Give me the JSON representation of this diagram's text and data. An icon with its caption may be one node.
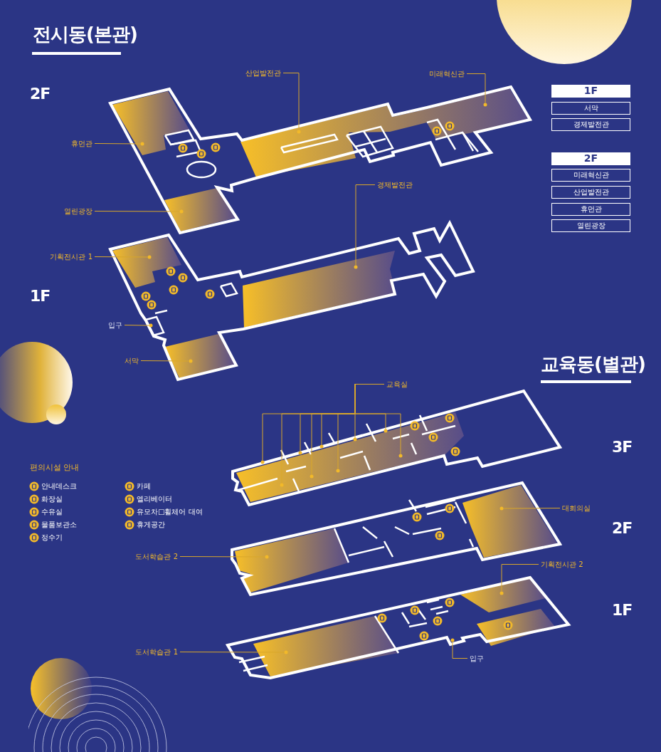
{
  "diagram": {
    "nodes": [
      {
        "text": [
          "산업발전관"
        ]
      },
      {
        "text": [
          "미래혁신관"
        ]
      },
      {
        "text": [
          "휴먼관"
        ]
      },
      {
        "text": [
          "경제발전관"
        ]
      },
      {
        "text": [
          "열린광장"
        ]
      },
      {
        "text": [
          "기획전시관 1"
        ]
      },
      {
        "text": [
          "입구"
        ]
      },
      {
        "text": [
          "서막"
        ]
      },
      {
        "text": [
          "교육실"
        ]
      },
      {
        "text": [
          "대회의실"
        ]
      },
      {
        "text": [
          "기획전시관 2"
        ]
      },
      {
        "text": [
          "도서학습관 2"
        ]
      },
      {
        "text": [
          "도서학습관 1"
        ]
      },
      {
        "text": [
          "입구"
        ]
      },
      {
        "text": [
          "1F"
        ]
      },
      {
        "text": [
          "서막"
        ]
      },
      {
        "text": [
          "경제발전관"
        ]
      },
      {
        "text": [
          "2F"
        ]
      },
      {
        "text": [
          "미래혁신관"
        ]
      },
      {
        "text": [
          "산업발전관"
        ]
      },
      {
        "text": [
          "휴먼관"
        ]
      },
      {
        "text": [
          "열린광장"
        ]
      },
      {
        "text": [],
        "shape": "circle"
      },
      {
        "text": [],
        "shape": "circle"
      },
      {
        "text": [],
        "shape": "circle"
      },
      {
        "text": [],
        "shape": "circle"
      },
      {
        "text": [],
        "shape": "circle"
      },
      {
        "text": [],
        "shape": "circle"
      },
      {
        "text": [],
        "shape": "circle"
      },
      {
        "text": [],
        "shape": "circle"
      },
      {
        "text": [],
        "shape": "circle"
      },
      {
        "text": [],
        "shape": "circle"
      },
      {
        "text": [],
        "shape": "circle"
      },
      {
        "text": [],
        "shape": "circle"
      },
      {
        "text": [],
        "shape": "circle"
      },
      {
        "text": [],
        "shape": "circle"
      },
      {
        "text": [],
        "shape": "circle"
      },
      {
        "text": [],
        "shape": "circle"
      },
      {
        "text": [],
        "shape": "circle"
      },
      {
        "text": [],
        "shape": "circle"
      },
      {
        "text": [],
        "shape": "circle"
      },
      {
        "text": [],
        "shape": "circle"
      },
      {
        "text": [],
        "shape": "circle"
      },
      {
        "text": [],
        "shape": "circle"
      }
    ],
    "edges": [
      {
        "from": 0,
        "to": 22,
        "arrow": "none"
      },
      {
        "from": 1,
        "to": 23,
        "arrow": "none"
      },
      {
        "from": 2,
        "to": 24,
        "arrow": "none"
      },
      {
        "from": 3,
        "to": 25,
        "arrow": "none"
      },
      {
        "from": 4,
        "to": 26,
        "arrow": "none"
      },
      {
        "from": 5,
        "to": 27,
        "arrow": "none"
      },
      {
        "from": 6,
        "to": 28,
        "arrow": "none"
      },
      {
        "from": 7,
        "to": 29,
        "arrow": "none"
      },
      {
        "from": 8,
        "to": 30,
        "arrow": "none"
      },
      {
        "from": 8,
        "to": 31,
        "arrow": "none"
      },
      {
        "from": 8,
        "to": 32,
        "arrow": "none"
      },
      {
        "from": 8,
        "to": 33,
        "arrow": "none"
      },
      {
        "from": 8,
        "to": 34,
        "arrow": "none"
      },
      {
        "from": 8,
        "to": 35,
        "arrow": "none"
      },
      {
        "from": 8,
        "to": 36,
        "arrow": "none"
      },
      {
        "from": 8,
        "to": 37,
        "arrow": "none"
      },
      {
        "from": 8,
        "to": 38,
        "arrow": "none"
      },
      {
        "from": 9,
        "to": 39,
        "arrow": "none"
      },
      {
        "from": 10,
        "to": 40,
        "arrow": "none"
      },
      {
        "from": 11,
        "to": 41,
        "arrow": "none"
      },
      {
        "from": 12,
        "to": 42,
        "arrow": "none"
      },
      {
        "from": 13,
        "to": 43,
        "arrow": "none"
      }
    ],
    "labels": [
      "전시동(본관)",
      "2F",
      "1F",
      "교육동(별관)",
      "편의시설 안내",
      "3F",
      "2F",
      "1F"
    ],
    "legend": [
      {
        "text": "안내데스크"
      },
      {
        "text": "화장실"
      },
      {
        "text": "수유실"
      },
      {
        "text": "물품보관소"
      },
      {
        "text": "정수기"
      },
      {
        "text": "카페"
      },
      {
        "text": "엘리베이터"
      },
      {
        "text": "유모차□휠체어 대여"
      },
      {
        "text": "휴게공간"
      }
    ]
  }
}
